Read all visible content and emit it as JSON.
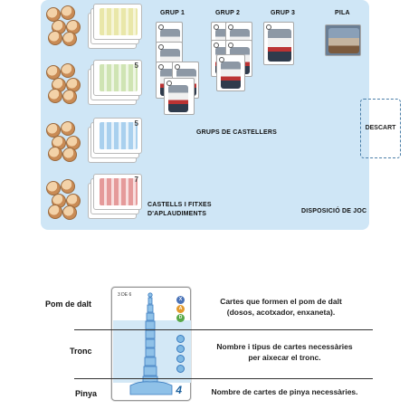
{
  "board": {
    "groups": [
      {
        "title": "GRUP 1"
      },
      {
        "title": "GRUP 2"
      },
      {
        "title": "GRUP 3"
      },
      {
        "title": "PILA"
      }
    ],
    "grups_caption": "GRUPS DE CASTELLERS",
    "descart_label": "DESCART",
    "castells_line1": "CASTELLS i FITXES",
    "castells_line2": "D'APLAUDIMENTS",
    "disposicio_label": "DISPOSICIÓ DE JOC",
    "castle_rows": [
      {
        "color": "#e9e7a9",
        "num": ""
      },
      {
        "color": "#cfe4b3",
        "num": "5"
      },
      {
        "color": "#cde4f4",
        "num": "5"
      },
      {
        "color": "#f3c9c9",
        "num": "7"
      }
    ]
  },
  "diagram": {
    "card_code": "3 DE 6",
    "card_value": "4",
    "sections": [
      {
        "title": "Pom de dalt",
        "description": [
          "Cartes que formen el pom de dalt",
          "(dosos, acotxador, enxaneta)."
        ]
      },
      {
        "title": "Tronc",
        "description": [
          "Nombre i tipus de cartes necessàries",
          "per aixecar el tronc."
        ]
      },
      {
        "title": "Pinya",
        "description": [
          "Nombre de cartes de pinya necessàries."
        ]
      }
    ],
    "pom_markers": [
      {
        "letter": "X",
        "color": "#4a73b8"
      },
      {
        "letter": "A",
        "color": "#e39a2d"
      },
      {
        "letter": "D",
        "color": "#58a848"
      }
    ]
  }
}
